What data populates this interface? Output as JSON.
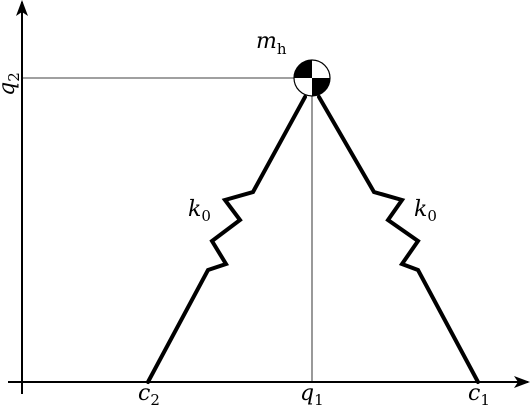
{
  "labels": {
    "y_axis": {
      "base": "q",
      "sub": "2"
    },
    "x_axis_mid": {
      "base": "q",
      "sub": "1"
    },
    "left_foot": {
      "base": "c",
      "sub": "2"
    },
    "right_foot": {
      "base": "c",
      "sub": "1"
    },
    "mass": {
      "base": "m",
      "sub": "h"
    },
    "left_spring": {
      "base": "k",
      "sub": "0"
    },
    "right_spring": {
      "base": "k",
      "sub": "0"
    }
  },
  "colors": {
    "stroke": "#000000",
    "background": "#ffffff"
  }
}
